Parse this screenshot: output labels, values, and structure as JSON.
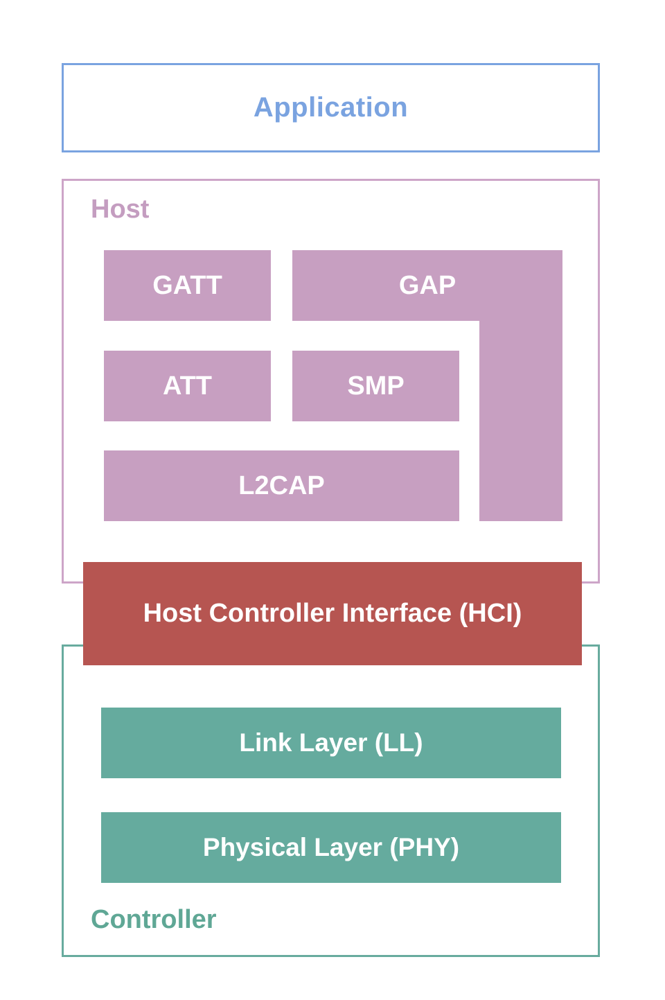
{
  "diagram": {
    "title_semantic": "Bluetooth Low Energy protocol stack",
    "application": {
      "label": "Application"
    },
    "host": {
      "label": "Host",
      "blocks": {
        "gatt": "GATT",
        "gap": "GAP",
        "att": "ATT",
        "smp": "SMP",
        "l2cap": "L2CAP"
      }
    },
    "hci": {
      "label": "Host Controller Interface (HCI)"
    },
    "controller": {
      "label": "Controller",
      "blocks": {
        "link_layer": "Link Layer (LL)",
        "physical_layer": "Physical Layer (PHY)"
      }
    },
    "colors": {
      "app_accent": "#7aa3e0",
      "host_fill": "#c79fc1",
      "host_border": "#cda5c8",
      "host_label": "#c49dc0",
      "hci_fill": "#b65551",
      "controller_fill": "#65ab9e",
      "controller_border": "#68ab9e",
      "controller_label": "#5fa795",
      "block_text": "#ffffff"
    }
  }
}
